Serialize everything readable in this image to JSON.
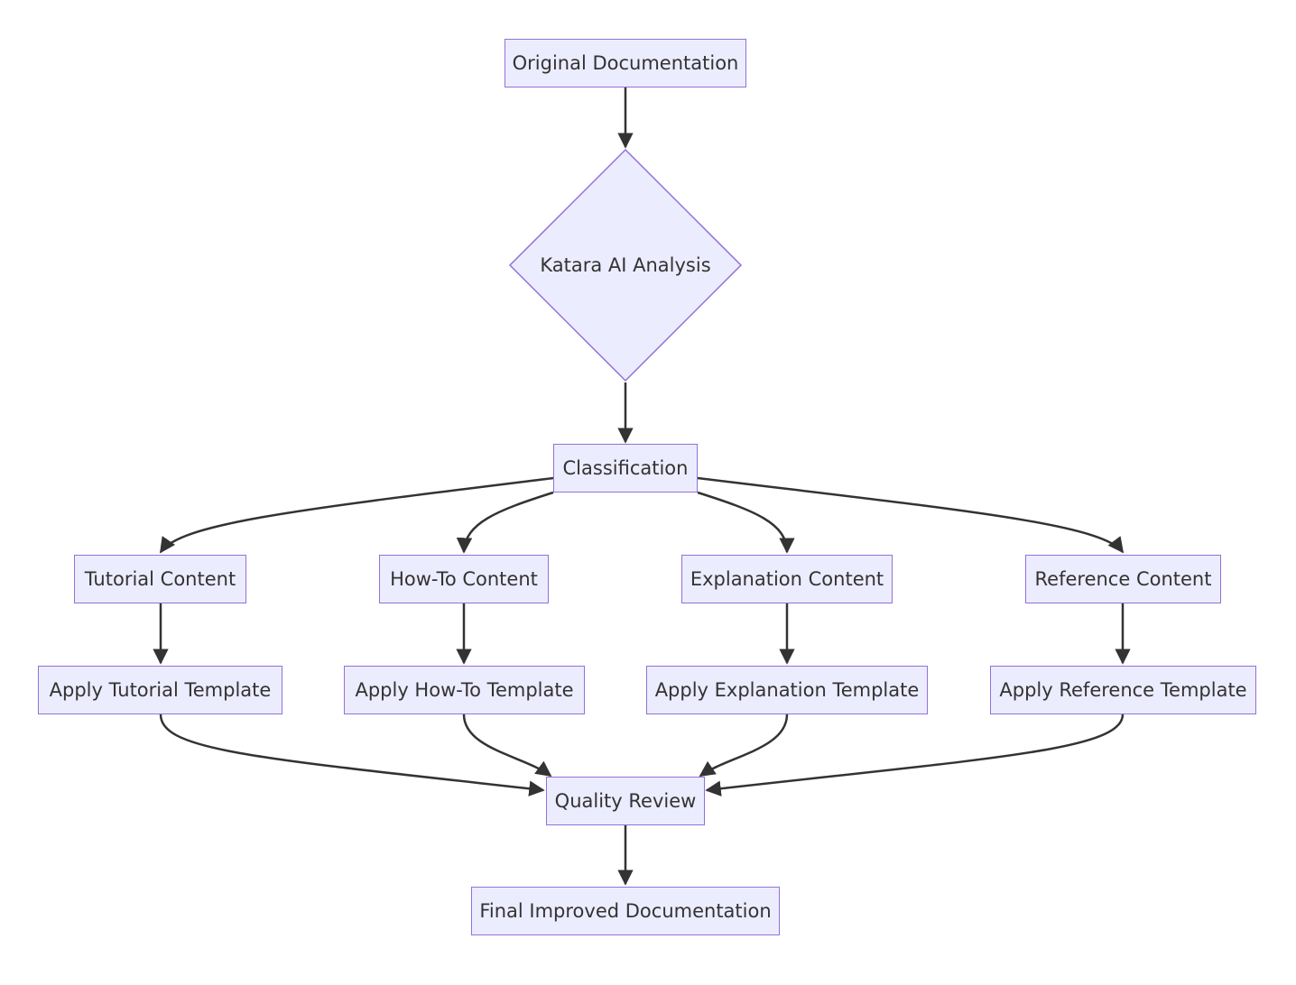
{
  "diagram": {
    "colors": {
      "node_fill": "#ECECFF",
      "node_stroke": "#9370DB",
      "edge": "#333333",
      "text": "#333333"
    },
    "nodes": {
      "original": "Original Documentation",
      "analysis": "Katara AI Analysis",
      "classification": "Classification",
      "tutorial": "Tutorial Content",
      "howto": "How-To Content",
      "explanation": "Explanation Content",
      "reference": "Reference Content",
      "apply_tutorial": "Apply Tutorial Template",
      "apply_howto": "Apply How-To Template",
      "apply_explanation": "Apply Explanation Template",
      "apply_reference": "Apply Reference Template",
      "quality": "Quality Review",
      "final": "Final Improved Documentation"
    },
    "edges": [
      [
        "original",
        "analysis"
      ],
      [
        "analysis",
        "classification"
      ],
      [
        "classification",
        "tutorial"
      ],
      [
        "classification",
        "howto"
      ],
      [
        "classification",
        "explanation"
      ],
      [
        "classification",
        "reference"
      ],
      [
        "tutorial",
        "apply_tutorial"
      ],
      [
        "howto",
        "apply_howto"
      ],
      [
        "explanation",
        "apply_explanation"
      ],
      [
        "reference",
        "apply_reference"
      ],
      [
        "apply_tutorial",
        "quality"
      ],
      [
        "apply_howto",
        "quality"
      ],
      [
        "apply_explanation",
        "quality"
      ],
      [
        "apply_reference",
        "quality"
      ],
      [
        "quality",
        "final"
      ]
    ]
  }
}
